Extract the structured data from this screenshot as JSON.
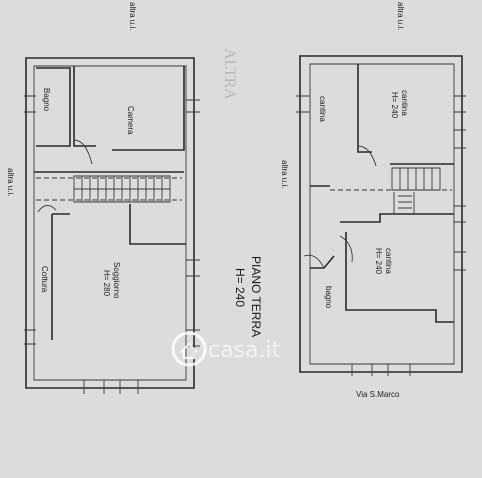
{
  "left_plan": {
    "top_note": "altra u.i.",
    "side_note": "altra u.i.",
    "rooms": {
      "bagno": "Bagno",
      "camera": "Camera",
      "soggiorno": "Soggiorno",
      "soggiorno_height": "H= 280",
      "cottura": "Cottura"
    }
  },
  "title": {
    "line1": "PIANO TERRA",
    "line2": "H= 240"
  },
  "right_plan": {
    "top_note": "altra u.i.",
    "side_note": "altra u.i.",
    "rooms": {
      "cantina_top": "cantina",
      "cantina_top_height": "H= 240",
      "cantina_left": "cantina",
      "cantina_mid": "cantina",
      "cantina_mid_height": "H= 240",
      "bagno": "bagno"
    },
    "street": "Via S.Marco"
  },
  "watermark": "casa.it"
}
